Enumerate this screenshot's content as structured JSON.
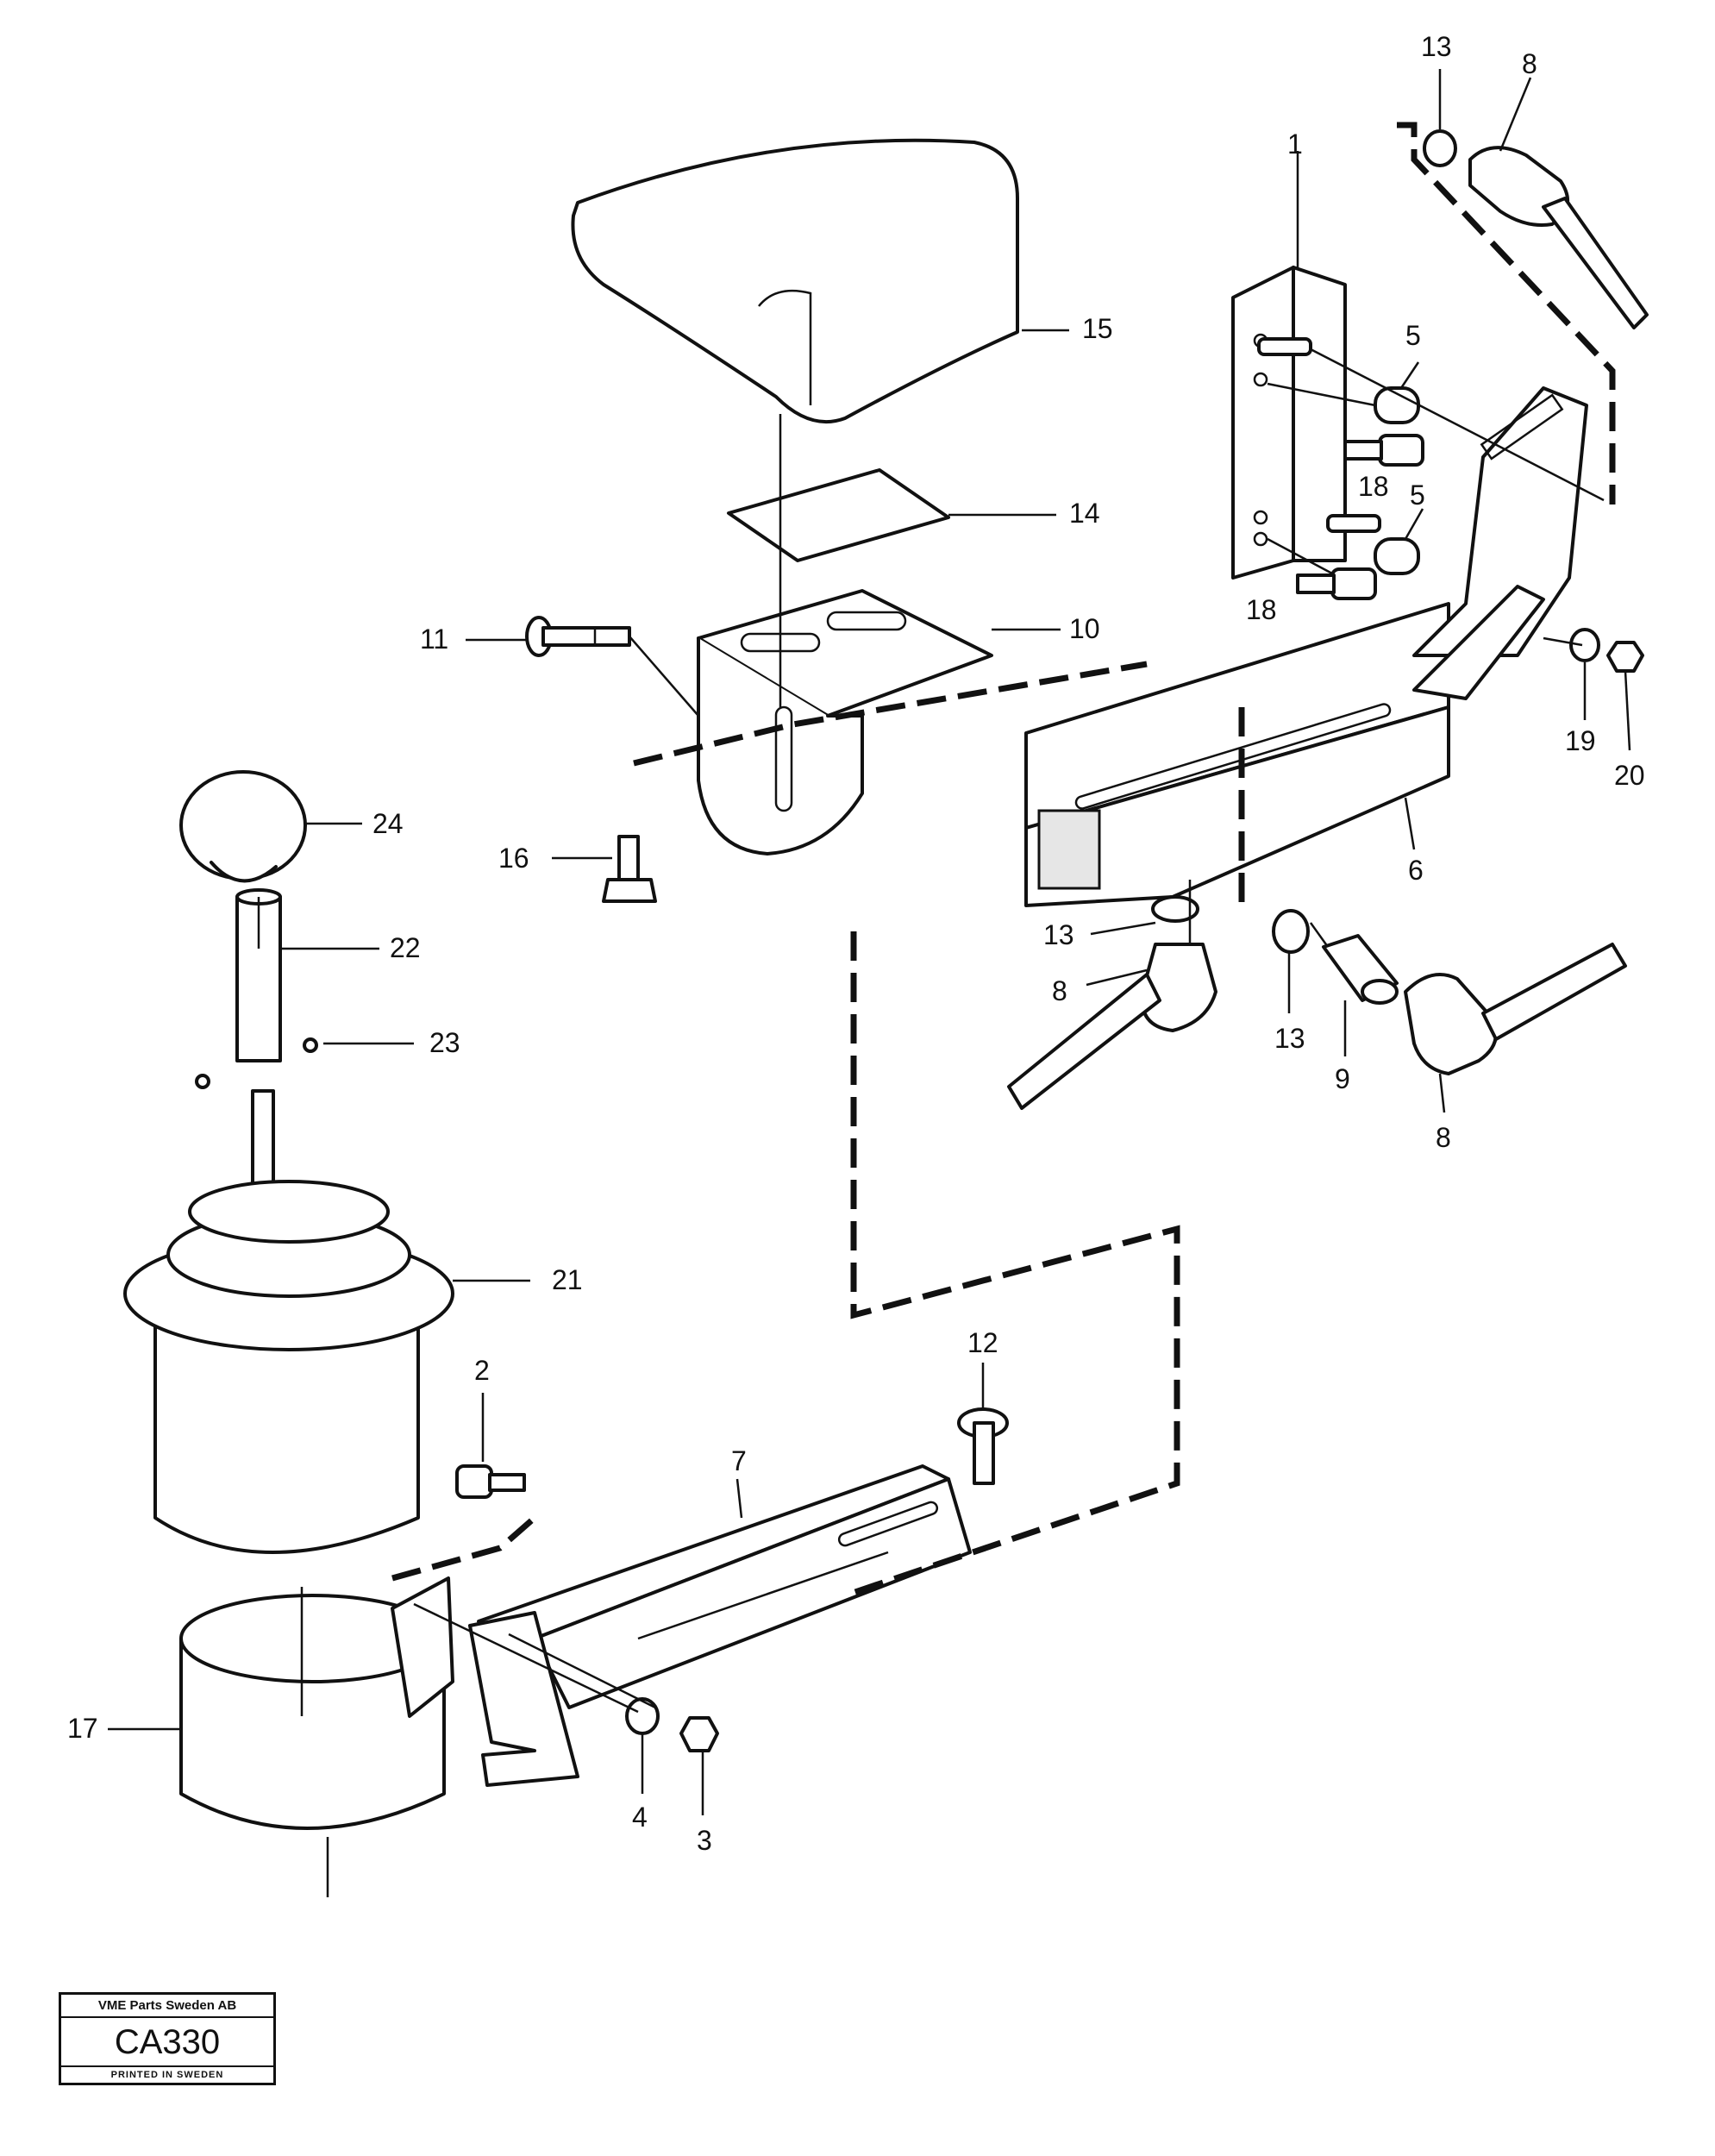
{
  "callouts": [
    {
      "id": "c1",
      "text": "1"
    },
    {
      "id": "c13a",
      "text": "13"
    },
    {
      "id": "c8a",
      "text": "8"
    },
    {
      "id": "c5a",
      "text": "5"
    },
    {
      "id": "c18a",
      "text": "18"
    },
    {
      "id": "c5b",
      "text": "5"
    },
    {
      "id": "c18b",
      "text": "18"
    },
    {
      "id": "c15",
      "text": "15"
    },
    {
      "id": "c14",
      "text": "14"
    },
    {
      "id": "c11",
      "text": "11"
    },
    {
      "id": "c10",
      "text": "10"
    },
    {
      "id": "c19",
      "text": "19"
    },
    {
      "id": "c20",
      "text": "20"
    },
    {
      "id": "c24",
      "text": "24"
    },
    {
      "id": "c16",
      "text": "16"
    },
    {
      "id": "c6",
      "text": "6"
    },
    {
      "id": "c22",
      "text": "22"
    },
    {
      "id": "c13b",
      "text": "13"
    },
    {
      "id": "c8b",
      "text": "8"
    },
    {
      "id": "c13c",
      "text": "13"
    },
    {
      "id": "c9",
      "text": "9"
    },
    {
      "id": "c8c",
      "text": "8"
    },
    {
      "id": "c23",
      "text": "23"
    },
    {
      "id": "c21",
      "text": "21"
    },
    {
      "id": "c12",
      "text": "12"
    },
    {
      "id": "c2",
      "text": "2"
    },
    {
      "id": "c7",
      "text": "7"
    },
    {
      "id": "c17",
      "text": "17"
    },
    {
      "id": "c4",
      "text": "4"
    },
    {
      "id": "c3",
      "text": "3"
    }
  ],
  "stamp": {
    "company": "VME Parts Sweden AB",
    "code": "CA330",
    "printed": "PRINTED IN SWEDEN"
  }
}
